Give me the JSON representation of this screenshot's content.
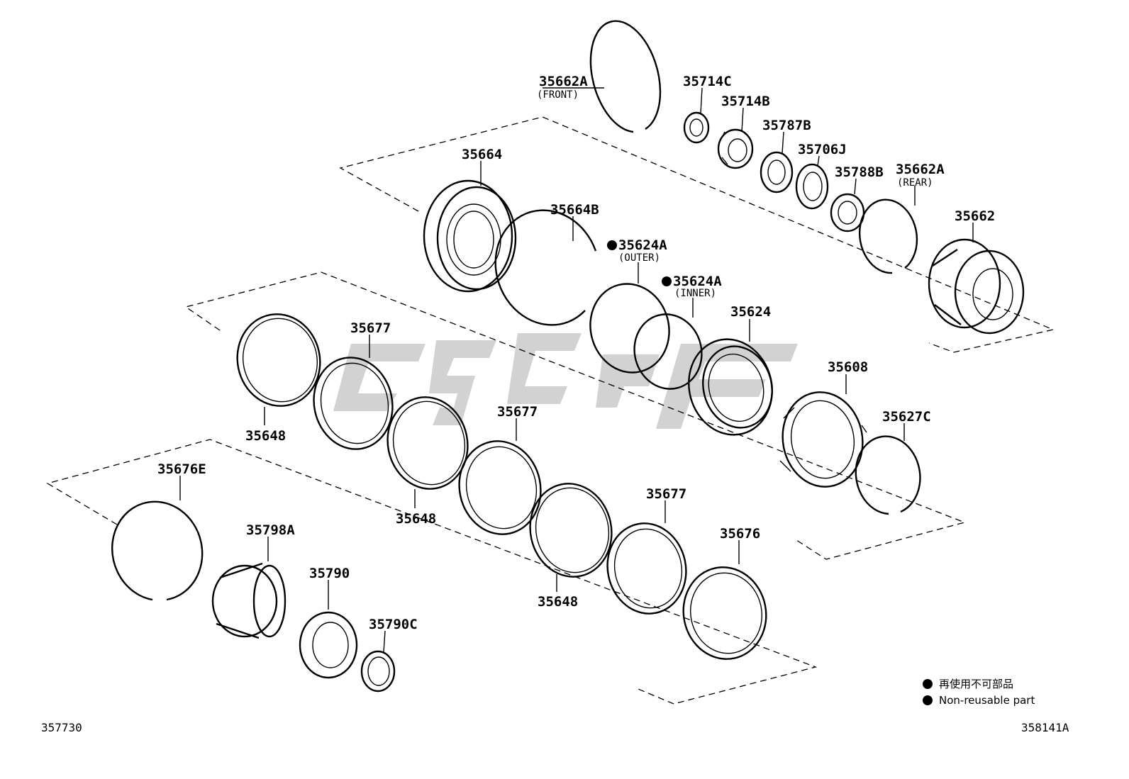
{
  "parts": {
    "p35662a_front": "35662A",
    "p35662a_front_note": "(FRONT)",
    "p35714c": "35714C",
    "p35714b": "35714B",
    "p35787b": "35787B",
    "p35706j": "35706J",
    "p35788b": "35788B",
    "p35662a_rear": "35662A",
    "p35662a_rear_note": "(REAR)",
    "p35662": "35662",
    "p35664": "35664",
    "p35664b": "35664B",
    "p35624a_outer": "35624A",
    "p35624a_outer_note": "(OUTER)",
    "p35624a_inner": "35624A",
    "p35624a_inner_note": "(INNER)",
    "p35624": "35624",
    "p35608": "35608",
    "p35627c": "35627C",
    "p35677_1": "35677",
    "p35648_1": "35648",
    "p35677_2": "35677",
    "p35648_2": "35648",
    "p35677_3": "35677",
    "p35648_3": "35648",
    "p35676": "35676",
    "p35676e": "35676E",
    "p35798a": "35798A",
    "p35790": "35790",
    "p35790c": "35790C"
  },
  "legend": {
    "line_jp": "再使用不可部品",
    "line_en": "Non-reusable part"
  },
  "footer": {
    "left_code": "357730",
    "right_code": "358141A"
  },
  "colors": {
    "line": "#000000",
    "watermark": "#b4b4b4",
    "background": "#ffffff"
  }
}
